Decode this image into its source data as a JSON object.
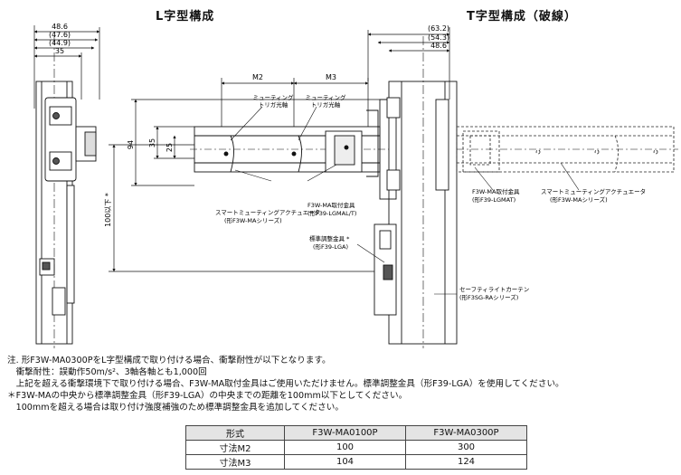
{
  "titles": {
    "l_type": "L字型構成",
    "t_type": "T字型構成（破線）"
  },
  "dims_left": {
    "d1": "48.6",
    "d2": "(47.6)",
    "d3": "(44.9)",
    "d4": "35"
  },
  "dims_right": {
    "d1": "(63.2)",
    "d2": "(54.3)",
    "d3": "48.6"
  },
  "dims_center": {
    "m2": "M2",
    "m3": "M3",
    "d94": "94",
    "d35": "35",
    "d25": "25",
    "d100": "100以下 *"
  },
  "callouts": {
    "muting1": [
      "ミューティング",
      "トリガ光軸"
    ],
    "muting2": [
      "ミューティング",
      "トリガ光軸"
    ],
    "smart_actuator": [
      "スマートミューティングアクチュエータ",
      "(形F3W-MAシリーズ)"
    ],
    "bracket_lgmal": [
      "F3W-MA取付金具",
      "(形F39-LGMAL/T)"
    ],
    "adjust_bracket": [
      "標準調整金具 *",
      "(形F39-LGA)"
    ],
    "safety_curtain": [
      "セーフティライトカーテン",
      "(形F3SG-RAシリーズ)"
    ],
    "bracket_lgmat": [
      "F3W-MA取付金具",
      "(形F39-LGMAT)"
    ],
    "smart_actuator2": [
      "スマートミューティングアクチュエータ",
      "(形F3W-MAシリーズ)"
    ]
  },
  "notes": [
    "注. 形F3W-MA0300PをL字型構成で取り付ける場合、衝撃耐性が以下となります。",
    "　衝撃耐性：誤動作50m/s²、3軸各軸とも1,000回",
    "　上記を超える衝撃環境下で取り付ける場合、F3W-MA取付金具はご使用いただけません。標準調整金具（形F39-LGA）を使用してください。",
    "＊F3W-MAの中央から標準調整金具（形F39-LGA）の中央までの距離を100mm以下としてください。",
    "　100mmを超える場合は取り付け強度補強のため標準調整金具を追加してください。"
  ],
  "table": {
    "headers": [
      "形式",
      "F3W-MA0100P",
      "F3W-MA0300P"
    ],
    "rows": [
      [
        "寸法M2",
        "100",
        "300"
      ],
      [
        "寸法M3",
        "104",
        "124"
      ]
    ]
  }
}
